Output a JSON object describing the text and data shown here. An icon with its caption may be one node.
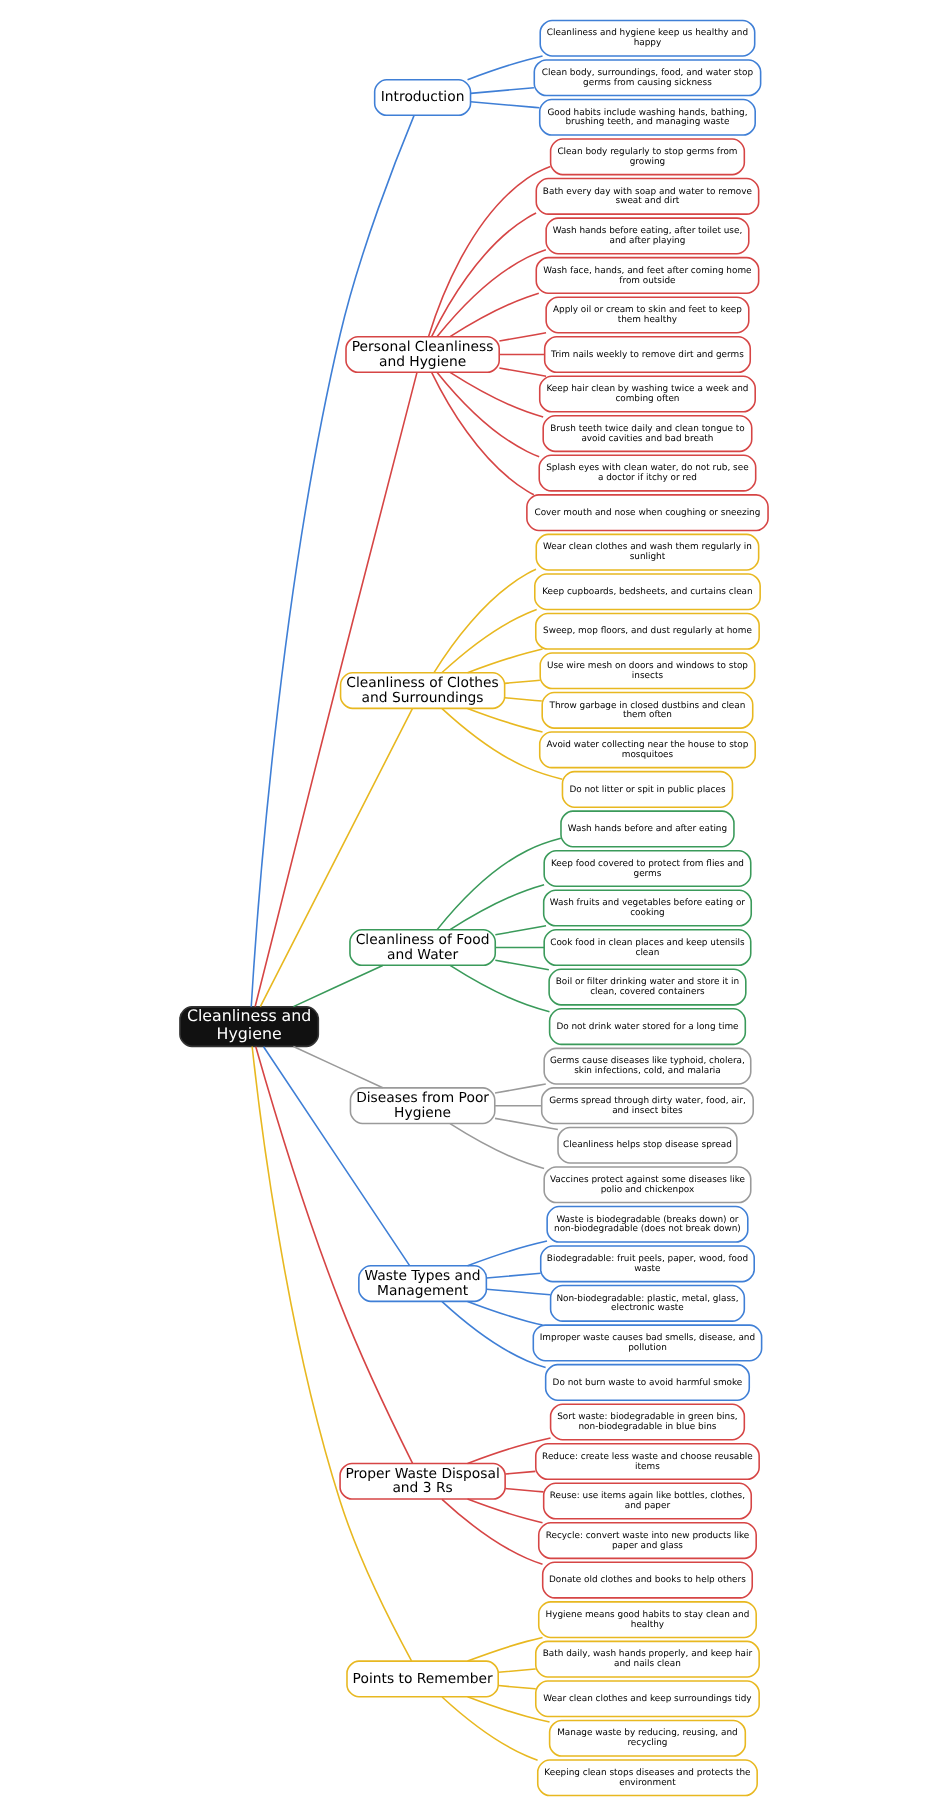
{
  "diagram": {
    "nodes": [
      {
        "text": [
          "Cleanliness and Hygiene"
        ]
      },
      {
        "text": [
          "Introduction"
        ]
      },
      {
        "text": [
          "Cleanliness and hygiene keep us healthy and happy"
        ]
      },
      {
        "text": [
          "Clean body, surroundings, food, and water stop germs from causing sickness"
        ]
      },
      {
        "text": [
          "Good habits include washing hands, bathing, brushing teeth, and managing waste"
        ]
      },
      {
        "text": [
          "Personal Cleanliness and Hygiene"
        ]
      },
      {
        "text": [
          "Clean body regularly to stop germs from growing"
        ]
      },
      {
        "text": [
          "Bath every day with soap and water to remove sweat and dirt"
        ]
      },
      {
        "text": [
          "Wash hands before eating, after toilet use, and after playing"
        ]
      },
      {
        "text": [
          "Wash face, hands, and feet after coming home from outside"
        ]
      },
      {
        "text": [
          "Apply oil or cream to skin and feet to keep them healthy"
        ]
      },
      {
        "text": [
          "Trim nails weekly to remove dirt and germs"
        ]
      },
      {
        "text": [
          "Keep hair clean by washing twice a week and combing often"
        ]
      },
      {
        "text": [
          "Brush teeth twice daily and clean tongue to avoid cavities and bad breath"
        ]
      },
      {
        "text": [
          "Splash eyes with clean water, do not rub, see a doctor if itchy or red"
        ]
      },
      {
        "text": [
          "Cover mouth and nose when coughing or sneezing"
        ]
      },
      {
        "text": [
          "Cleanliness of Clothes and Surroundings"
        ]
      },
      {
        "text": [
          "Wear clean clothes and wash them regularly in sunlight"
        ]
      },
      {
        "text": [
          "Keep cupboards, bedsheets, and curtains clean"
        ]
      },
      {
        "text": [
          "Sweep, mop floors, and dust regularly at home"
        ]
      },
      {
        "text": [
          "Use wire mesh on doors and windows to stop insects"
        ]
      },
      {
        "text": [
          "Throw garbage in closed dustbins and clean them often"
        ]
      },
      {
        "text": [
          "Avoid water collecting near the house to stop mosquitoes"
        ]
      },
      {
        "text": [
          "Do not litter or spit in public places"
        ]
      },
      {
        "text": [
          "Cleanliness of Food and Water"
        ]
      },
      {
        "text": [
          "Wash hands before and after eating"
        ]
      },
      {
        "text": [
          "Keep food covered to protect from flies and germs"
        ]
      },
      {
        "text": [
          "Wash fruits and vegetables before eating or cooking"
        ]
      },
      {
        "text": [
          "Cook food in clean places and keep utensils clean"
        ]
      },
      {
        "text": [
          "Boil or filter drinking water and store it in clean, covered containers"
        ]
      },
      {
        "text": [
          "Do not drink water stored for a long time"
        ]
      },
      {
        "text": [
          "Diseases from Poor Hygiene"
        ]
      },
      {
        "text": [
          "Germs cause diseases like typhoid, cholera, skin infections, cold, and malaria"
        ]
      },
      {
        "text": [
          "Germs spread through dirty water, food, air, and insect bites"
        ]
      },
      {
        "text": [
          "Cleanliness helps stop disease spread"
        ]
      },
      {
        "text": [
          "Vaccines protect against some diseases like polio and chickenpox"
        ]
      },
      {
        "text": [
          "Waste Types and Management"
        ]
      },
      {
        "text": [
          "Waste is biodegradable (breaks down) or non-biodegradable (does not break down)"
        ]
      },
      {
        "text": [
          "Biodegradable: fruit peels, paper, wood, food waste"
        ]
      },
      {
        "text": [
          "Non-biodegradable: plastic, metal, glass, electronic waste"
        ]
      },
      {
        "text": [
          "Improper waste causes bad smells, disease, and pollution"
        ]
      },
      {
        "text": [
          "Do not burn waste to avoid harmful smoke"
        ]
      },
      {
        "text": [
          "Proper Waste Disposal and 3 Rs"
        ]
      },
      {
        "text": [
          "Sort waste: biodegradable in green bins, non-biodegradable in blue bins"
        ]
      },
      {
        "text": [
          "Reduce: create less waste and choose reusable items"
        ]
      },
      {
        "text": [
          "Reuse: use items again like bottles, clothes, and paper"
        ]
      },
      {
        "text": [
          "Recycle: convert waste into new products like paper and glass"
        ]
      },
      {
        "text": [
          "Donate old clothes and books to help others"
        ]
      },
      {
        "text": [
          "Points to Remember"
        ]
      },
      {
        "text": [
          "Hygiene means good habits to stay clean and healthy"
        ]
      },
      {
        "text": [
          "Bath daily, wash hands properly, and keep hair and nails clean"
        ]
      },
      {
        "text": [
          "Wear clean clothes and keep surroundings tidy"
        ]
      },
      {
        "text": [
          "Manage waste by reducing, reusing, and recycling"
        ]
      },
      {
        "text": [
          "Keeping clean stops diseases and protects the environment"
        ]
      }
    ],
    "edges": [
      {
        "from": 0,
        "to": 1,
        "arrow": "none",
        "color": "#3f7fd6"
      },
      {
        "from": 1,
        "to": 2,
        "arrow": "none",
        "color": "#3f7fd6"
      },
      {
        "from": 1,
        "to": 3,
        "arrow": "none",
        "color": "#3f7fd6"
      },
      {
        "from": 1,
        "to": 4,
        "arrow": "none",
        "color": "#3f7fd6"
      },
      {
        "from": 0,
        "to": 5,
        "arrow": "none",
        "color": "#d64545"
      },
      {
        "from": 5,
        "to": 6,
        "arrow": "none",
        "color": "#d64545"
      },
      {
        "from": 5,
        "to": 7,
        "arrow": "none",
        "color": "#d64545"
      },
      {
        "from": 5,
        "to": 8,
        "arrow": "none",
        "color": "#d64545"
      },
      {
        "from": 5,
        "to": 9,
        "arrow": "none",
        "color": "#d64545"
      },
      {
        "from": 5,
        "to": 10,
        "arrow": "none",
        "color": "#d64545"
      },
      {
        "from": 5,
        "to": 11,
        "arrow": "none",
        "color": "#d64545"
      },
      {
        "from": 5,
        "to": 12,
        "arrow": "none",
        "color": "#d64545"
      },
      {
        "from": 5,
        "to": 13,
        "arrow": "none",
        "color": "#d64545"
      },
      {
        "from": 5,
        "to": 14,
        "arrow": "none",
        "color": "#d64545"
      },
      {
        "from": 5,
        "to": 15,
        "arrow": "none",
        "color": "#d64545"
      },
      {
        "from": 0,
        "to": 16,
        "arrow": "none",
        "color": "#e8b820"
      },
      {
        "from": 16,
        "to": 17,
        "arrow": "none",
        "color": "#e8b820"
      },
      {
        "from": 16,
        "to": 18,
        "arrow": "none",
        "color": "#e8b820"
      },
      {
        "from": 16,
        "to": 19,
        "arrow": "none",
        "color": "#e8b820"
      },
      {
        "from": 16,
        "to": 20,
        "arrow": "none",
        "color": "#e8b820"
      },
      {
        "from": 16,
        "to": 21,
        "arrow": "none",
        "color": "#e8b820"
      },
      {
        "from": 16,
        "to": 22,
        "arrow": "none",
        "color": "#e8b820"
      },
      {
        "from": 16,
        "to": 23,
        "arrow": "none",
        "color": "#e8b820"
      },
      {
        "from": 0,
        "to": 24,
        "arrow": "none",
        "color": "#3a9a5a"
      },
      {
        "from": 24,
        "to": 25,
        "arrow": "none",
        "color": "#3a9a5a"
      },
      {
        "from": 24,
        "to": 26,
        "arrow": "none",
        "color": "#3a9a5a"
      },
      {
        "from": 24,
        "to": 27,
        "arrow": "none",
        "color": "#3a9a5a"
      },
      {
        "from": 24,
        "to": 28,
        "arrow": "none",
        "color": "#3a9a5a"
      },
      {
        "from": 24,
        "to": 29,
        "arrow": "none",
        "color": "#3a9a5a"
      },
      {
        "from": 24,
        "to": 30,
        "arrow": "none",
        "color": "#3a9a5a"
      },
      {
        "from": 0,
        "to": 31,
        "arrow": "none",
        "color": "#9a9a9a"
      },
      {
        "from": 31,
        "to": 32,
        "arrow": "none",
        "color": "#9a9a9a"
      },
      {
        "from": 31,
        "to": 33,
        "arrow": "none",
        "color": "#9a9a9a"
      },
      {
        "from": 31,
        "to": 34,
        "arrow": "none",
        "color": "#9a9a9a"
      },
      {
        "from": 31,
        "to": 35,
        "arrow": "none",
        "color": "#9a9a9a"
      },
      {
        "from": 0,
        "to": 36,
        "arrow": "none",
        "color": "#3f7fd6"
      },
      {
        "from": 36,
        "to": 37,
        "arrow": "none",
        "color": "#3f7fd6"
      },
      {
        "from": 36,
        "to": 38,
        "arrow": "none",
        "color": "#3f7fd6"
      },
      {
        "from": 36,
        "to": 39,
        "arrow": "none",
        "color": "#3f7fd6"
      },
      {
        "from": 36,
        "to": 40,
        "arrow": "none",
        "color": "#3f7fd6"
      },
      {
        "from": 36,
        "to": 41,
        "arrow": "none",
        "color": "#3f7fd6"
      },
      {
        "from": 0,
        "to": 42,
        "arrow": "none",
        "color": "#d64545"
      },
      {
        "from": 42,
        "to": 43,
        "arrow": "none",
        "color": "#d64545"
      },
      {
        "from": 42,
        "to": 44,
        "arrow": "none",
        "color": "#d64545"
      },
      {
        "from": 42,
        "to": 45,
        "arrow": "none",
        "color": "#d64545"
      },
      {
        "from": 42,
        "to": 46,
        "arrow": "none",
        "color": "#d64545"
      },
      {
        "from": 42,
        "to": 47,
        "arrow": "none",
        "color": "#d64545"
      },
      {
        "from": 0,
        "to": 48,
        "arrow": "none",
        "color": "#e8b820"
      },
      {
        "from": 48,
        "to": 49,
        "arrow": "none",
        "color": "#e8b820"
      },
      {
        "from": 48,
        "to": 50,
        "arrow": "none",
        "color": "#e8b820"
      },
      {
        "from": 48,
        "to": 51,
        "arrow": "none",
        "color": "#e8b820"
      },
      {
        "from": 48,
        "to": 52,
        "arrow": "none",
        "color": "#e8b820"
      },
      {
        "from": 48,
        "to": 53,
        "arrow": "none",
        "color": "#e8b820"
      }
    ]
  }
}
